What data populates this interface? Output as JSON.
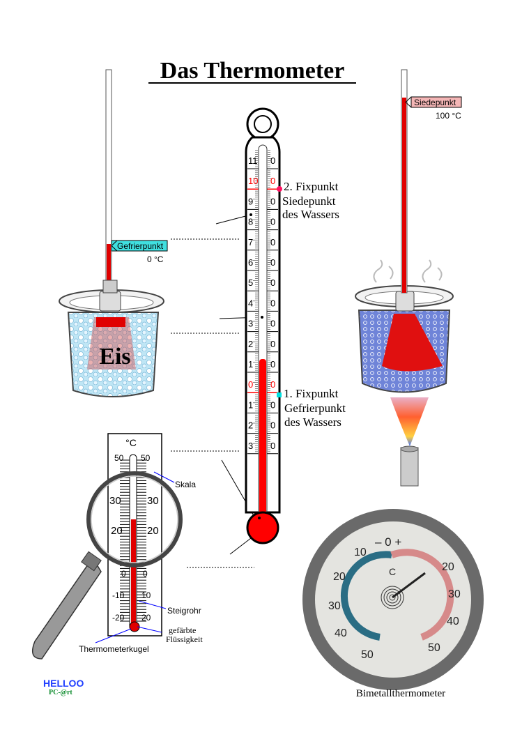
{
  "title": "Das Thermometer",
  "main_thermometer": {
    "scale_left": [
      "11",
      "10",
      "9",
      "8",
      "7",
      "6",
      "5",
      "4",
      "3",
      "2",
      "1",
      "0",
      "1",
      "2",
      "3"
    ],
    "scale_right": [
      "0",
      "0",
      "0",
      "0",
      "0",
      "0",
      "0",
      "0",
      "0",
      "0",
      "0",
      "0",
      "0",
      "0",
      "0"
    ],
    "fixpoint_2": [
      "2. Fixpunkt",
      "Siedepunkt",
      "des Wassers"
    ],
    "fixpoint_1": [
      "1. Fixpunkt",
      "Gefrierpunkt",
      "des Wassers"
    ],
    "colors": {
      "liquid": "#ff0000",
      "boiling_marker": "#ff1060",
      "freezing_marker": "#00e0e0"
    }
  },
  "ice_beaker": {
    "label": "Gefrierpunkt",
    "temp": "0 °C",
    "content": "Eis"
  },
  "boiling_beaker": {
    "label": "Siedepunkt",
    "temp": "100 °C"
  },
  "magnifier": {
    "unit": "°C",
    "scale": [
      "50",
      "30",
      "20",
      "0",
      "-10",
      "-20"
    ],
    "scale_right": [
      "50",
      "30",
      "20",
      "0",
      "10",
      "20"
    ],
    "labels": {
      "scale": "Skala",
      "tube": "Steigrohr",
      "liquid_1": "gefärbte",
      "liquid_2": "Flüssigkeit",
      "bulb": "Thermometerkugel"
    }
  },
  "bimetal": {
    "left": [
      "10",
      "20",
      "30",
      "40",
      "50"
    ],
    "right": [
      "20",
      "30",
      "40",
      "50"
    ],
    "top": "– 0 +",
    "unit": "C",
    "caption": "Bimetallthermometer"
  },
  "logo": {
    "line1": "HELLOO",
    "line2": "PC-@rt"
  }
}
